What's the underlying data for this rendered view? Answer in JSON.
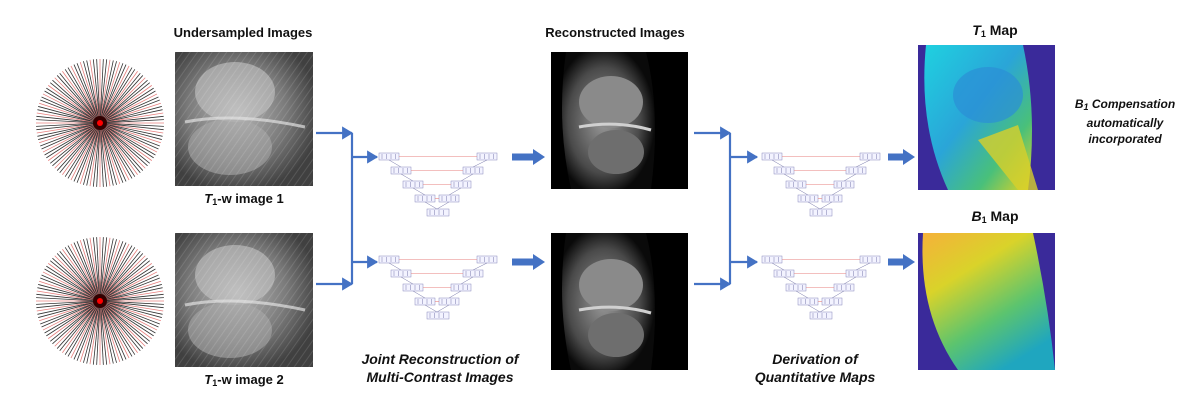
{
  "headers": {
    "undersampled": "Undersampled Images",
    "reconstructed": "Reconstructed Images",
    "t1_map_prefix": "T",
    "t1_map_sub": "1",
    "t1_map_suffix": " Map",
    "b1_map_prefix": "B",
    "b1_map_sub": "1",
    "b1_map_suffix": " Map"
  },
  "image_labels": {
    "img1_prefix": "T",
    "img1_sub": "1",
    "img1_suffix": "-w image 1",
    "img2_prefix": "T",
    "img2_sub": "1",
    "img2_suffix": "-w image 2"
  },
  "captions": {
    "joint_line1": "Joint Reconstruction of",
    "joint_line2": "Multi-Contrast Images",
    "derive_line1": "Derivation  of",
    "derive_line2": "Quantitative Maps"
  },
  "note": {
    "prefix": "B",
    "sub": "1",
    "line1_suffix": " Compensation",
    "line2": "automatically",
    "line3": "incorporated"
  },
  "colors": {
    "arrow": "#4472c4",
    "spoke_red": "#e8807f",
    "spoke_dark": "#333333"
  }
}
